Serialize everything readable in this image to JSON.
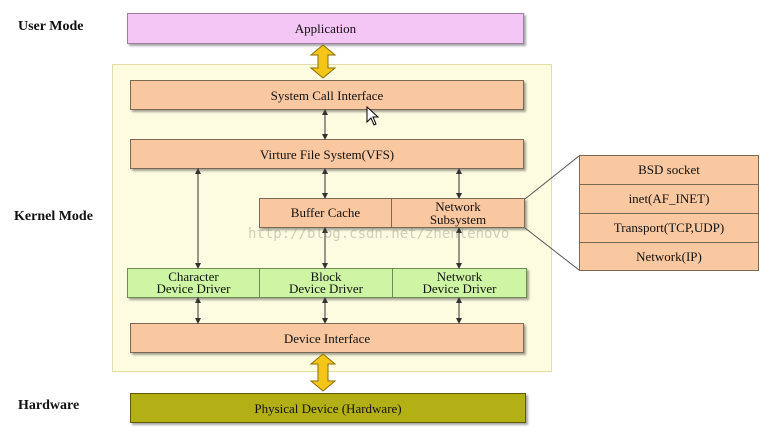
{
  "labels": {
    "user_mode": "User Mode",
    "kernel_mode": "Kernel Mode",
    "hardware": "Hardware"
  },
  "boxes": {
    "application": "Application",
    "system_call_interface": "System Call Interface",
    "vfs": "Virture File System(VFS)",
    "buffer_cache": "Buffer Cache",
    "network_subsystem": [
      "Network",
      "Subsystem"
    ],
    "character_driver": [
      "Character",
      "Device Driver"
    ],
    "block_driver": [
      "Block",
      "Device Driver"
    ],
    "network_driver": [
      "Network",
      "Device Driver"
    ],
    "device_interface": "Device Interface",
    "physical_device": "Physical Device (Hardware)"
  },
  "network_stack": [
    "BSD socket",
    "inet(AF_INET)",
    "Transport(TCP,UDP)",
    "Network(IP)"
  ],
  "watermark": "http://blog.csdn.net/zhenlenovo",
  "colors": {
    "user_box": "#f4c6f6",
    "kernel_box": "#f9c7a0",
    "driver_box": "#cdf5a3",
    "hardware_box": "#b3b016",
    "kernel_region": "#fdfbe0",
    "arrow_fill": "#f5c518"
  }
}
